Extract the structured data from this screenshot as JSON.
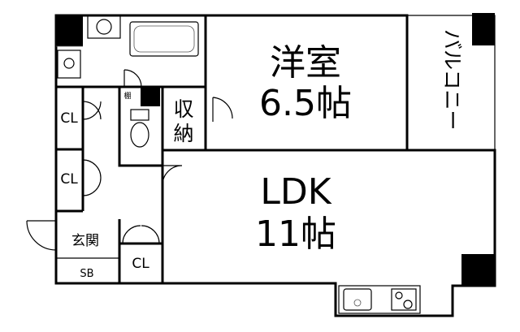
{
  "rooms": {
    "western_room": {
      "name": "洋室",
      "size": "6.5帖"
    },
    "ldk": {
      "name": "LDK",
      "size": "11帖"
    },
    "balcony": {
      "name": "バルコニー"
    },
    "storage": {
      "name": "収納"
    },
    "entrance": {
      "name": "玄関"
    },
    "shoe_box": {
      "name": "SB"
    },
    "shelf": {
      "name": "棚"
    },
    "closets": [
      {
        "name": "CL"
      },
      {
        "name": "CL"
      },
      {
        "name": "CL"
      }
    ]
  }
}
